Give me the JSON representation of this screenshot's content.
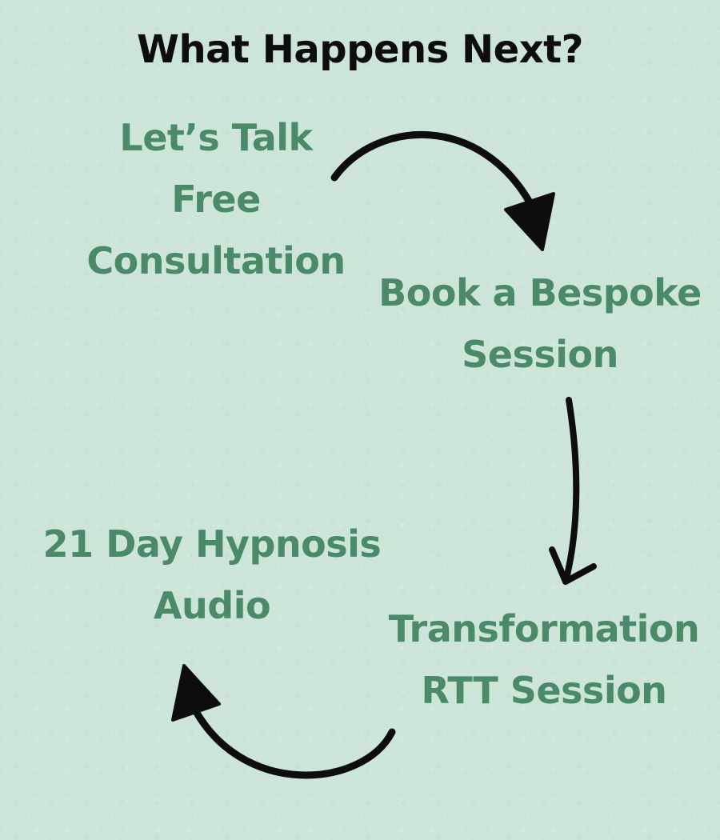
{
  "title": "What Happens Next?",
  "steps": [
    {
      "lines": [
        "Let’s Talk",
        "Free",
        "Consultation"
      ]
    },
    {
      "lines": [
        "Book a Bespoke",
        "Session"
      ]
    },
    {
      "lines": [
        "Transformation",
        "RTT Session"
      ]
    },
    {
      "lines": [
        "21 Day Hypnosis",
        "Audio"
      ]
    }
  ],
  "colors": {
    "background": "#cde5d9",
    "step_text": "#4a8a69",
    "title_text": "#0d0d0d",
    "arrow": "#0d0d0d"
  }
}
